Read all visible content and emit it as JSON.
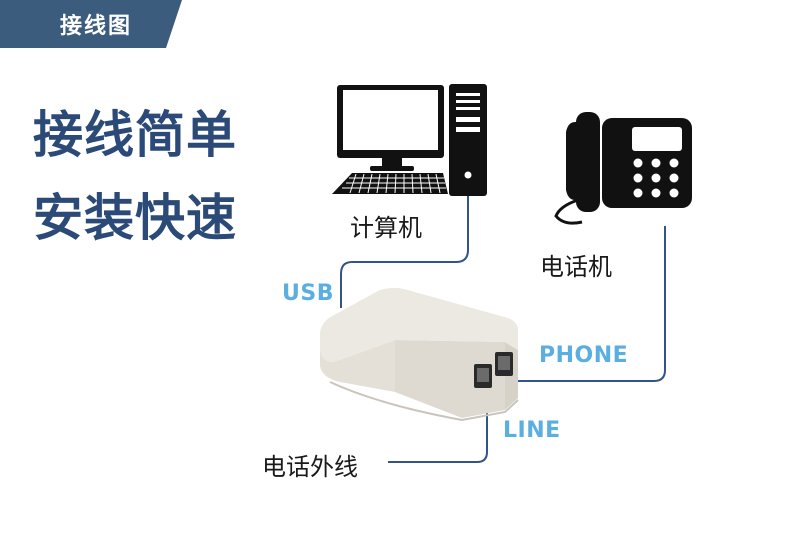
{
  "header": {
    "tag": "接线图"
  },
  "headline": {
    "line1": "接线简单",
    "line2": "安装快速"
  },
  "devices": {
    "computer": "计算机",
    "phone": "电话机",
    "outside_line": "电话外线"
  },
  "ports": {
    "usb": "USB",
    "phone": "PHONE",
    "line": "LINE"
  },
  "colors": {
    "banner": "#3c5c7e",
    "headline": "#2b4a78",
    "port_label": "#5aaee0",
    "cable": "#33538a"
  }
}
